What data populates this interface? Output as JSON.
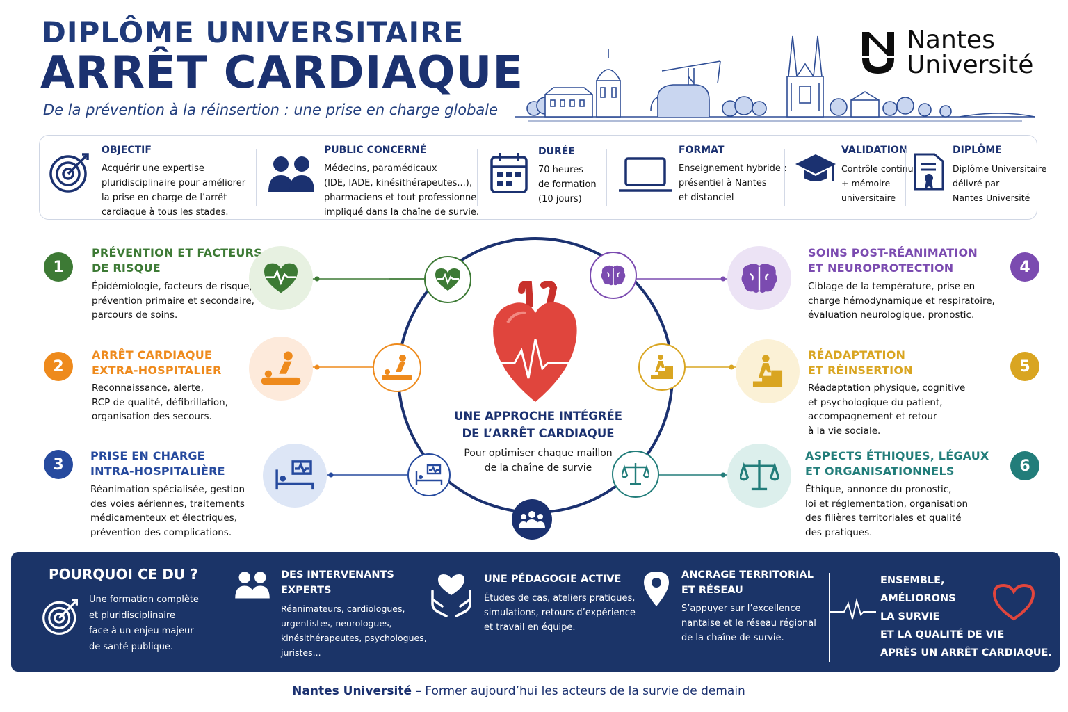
{
  "header": {
    "title_line1": "DIPLÔME UNIVERSITAIRE",
    "title_line2": "ARRÊT CARDIAQUE",
    "subtitle": "De la prévention à la réinsertion : une prise en charge globale",
    "logo_line1": "Nantes",
    "logo_line2": "Université"
  },
  "info": [
    {
      "title": "OBJECTIF",
      "text": "Acquérir une expertise\npluridisciplinaire pour améliorer\nla prise en charge de l’arrêt\ncardiaque à tous les stades.",
      "icon": "target-icon"
    },
    {
      "title": "PUBLIC CONCERNÉ",
      "text": "Médecins, paramédicaux\n(IDE, IADE, kinésithérapeutes...),\npharmaciens et tout professionnel\nimpliqué dans la chaîne de survie.",
      "icon": "people-icon"
    },
    {
      "title": "DURÉE",
      "text": "70 heures\nde formation\n(10 jours)",
      "icon": "calendar-icon"
    },
    {
      "title": "FORMAT",
      "text": "Enseignement hybride :\nprésentiel à Nantes\net distanciel",
      "icon": "laptop-icon"
    },
    {
      "title": "VALIDATION",
      "text": "Contrôle continu\n+ mémoire\nuniversitaire",
      "icon": "graduation-cap-icon"
    },
    {
      "title": "DIPLÔME",
      "text": "Diplôme Universitaire\ndélivré par\nNantes Université",
      "icon": "diploma-icon"
    }
  ],
  "modules": [
    {
      "num": "1",
      "title": "PRÉVENTION ET FACTEURS\nDE RISQUE",
      "text": "Épidémiologie, facteurs de risque,\nprévention primaire et secondaire,\nparcours de soins.",
      "icon": "heart-pulse-icon"
    },
    {
      "num": "2",
      "title": "ARRÊT CARDIAQUE\nEXTRA-HOSPITALIER",
      "text": "Reconnaissance, alerte,\nRCP de qualité, défibrillation,\norganisation des secours.",
      "icon": "cpr-icon"
    },
    {
      "num": "3",
      "title": "PRISE EN CHARGE\nINTRA-HOSPITALIÈRE",
      "text": "Réanimation spécialisée, gestion\ndes voies aériennes, traitements\nmédicamenteux et électriques,\nprévention des complications.",
      "icon": "hospital-bed-icon"
    },
    {
      "num": "4",
      "title": "SOINS POST-RÉANIMATION\nET NEUROPROTECTION",
      "text": "Ciblage de la température, prise en\ncharge hémodynamique et respiratoire,\névaluation neurologique, pronostic.",
      "icon": "brain-icon"
    },
    {
      "num": "5",
      "title": "RÉADAPTATION\nET RÉINSERTION",
      "text": "Réadaptation physique, cognitive\net psychologique du patient,\naccompagnement et retour\nà la vie sociale.",
      "icon": "stairs-walker-icon"
    },
    {
      "num": "6",
      "title": "ASPECTS ÉTHIQUES, LÉGAUX\nET ORGANISATIONNELS",
      "text": "Éthique, annonce du pronostic,\nloi et réglementation, organisation\ndes filières territoriales et qualité\ndes pratiques.",
      "icon": "scales-icon"
    }
  ],
  "center": {
    "title": "UNE APPROCHE INTÉGRÉE\nDE L’ARRÊT CARDIAQUE",
    "text": "Pour optimiser chaque maillon\nde la chaîne de survie"
  },
  "why": {
    "title": "POURQUOI CE DU ?",
    "text": "Une formation complète\net pluridisciplinaire\nface à un enjeu majeur\nde santé publique.",
    "items": [
      {
        "title": "DES INTERVENANTS\nEXPERTS",
        "text": "Réanimateurs, cardiologues,\nurgentistes, neurologues,\nkinésithérapeutes, psychologues,\njuristes...",
        "icon": "experts-icon"
      },
      {
        "title": "UNE PÉDAGOGIE ACTIVE",
        "text": "Études de cas, ateliers pratiques,\nsimulations, retours d’expérience\net travail en équipe.",
        "icon": "hands-heart-icon"
      },
      {
        "title": "ANCRAGE TERRITORIAL\nET RÉSEAU",
        "text": "S’appuyer sur l’excellence\nnantaise et le réseau régional\nde la chaîne de survie.",
        "icon": "map-pin-icon"
      }
    ],
    "closing": "ENSEMBLE,\nAMÉLIORONS\nLA SURVIE\nET LA QUALITÉ DE VIE\nAPRÈS UN ARRÊT CARDIAQUE."
  },
  "footer": {
    "brand": "Nantes Université",
    "tagline": " – Former aujourd’hui les acteurs de la survie de demain"
  },
  "colors": {
    "navy": "#1b3170",
    "green": "#3d7a35",
    "orange": "#ee8a1c",
    "blue": "#264a9e",
    "purple": "#7b4bb0",
    "gold": "#d9a521",
    "teal": "#227d7a",
    "heart_red": "#e0453d"
  }
}
